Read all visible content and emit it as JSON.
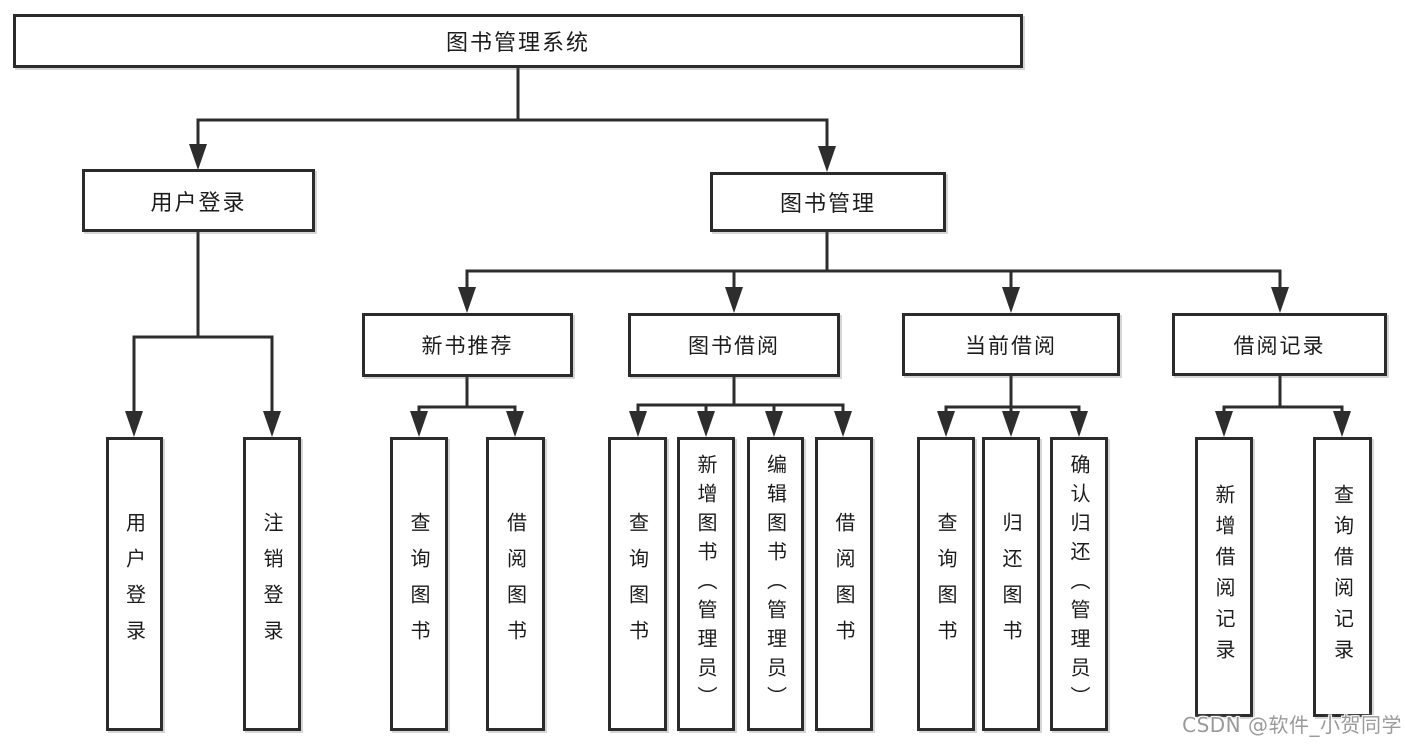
{
  "nodes": {
    "root": "图书管理系统",
    "l2": [
      "用户登录",
      "图书管理"
    ],
    "l3": [
      "新书推荐",
      "图书借阅",
      "当前借阅",
      "借阅记录"
    ],
    "leaves": [
      "用户登录",
      "注销登录",
      "查询图书",
      "借阅图书",
      "查询图书",
      "新增图书（管理员）",
      "编辑图书（管理员）",
      "借阅图书",
      "查询图书",
      "归还图书",
      "确认归还（管理员）",
      "新增借阅记录",
      "查询借阅记录"
    ]
  },
  "watermark": "CSDN @软件_小贺同学",
  "colors": {
    "line": "#2d2d2d",
    "border": "#2b2b2b",
    "text": "#1c1c1c",
    "watermark": "#9a9a9a",
    "background": "#ffffff"
  }
}
